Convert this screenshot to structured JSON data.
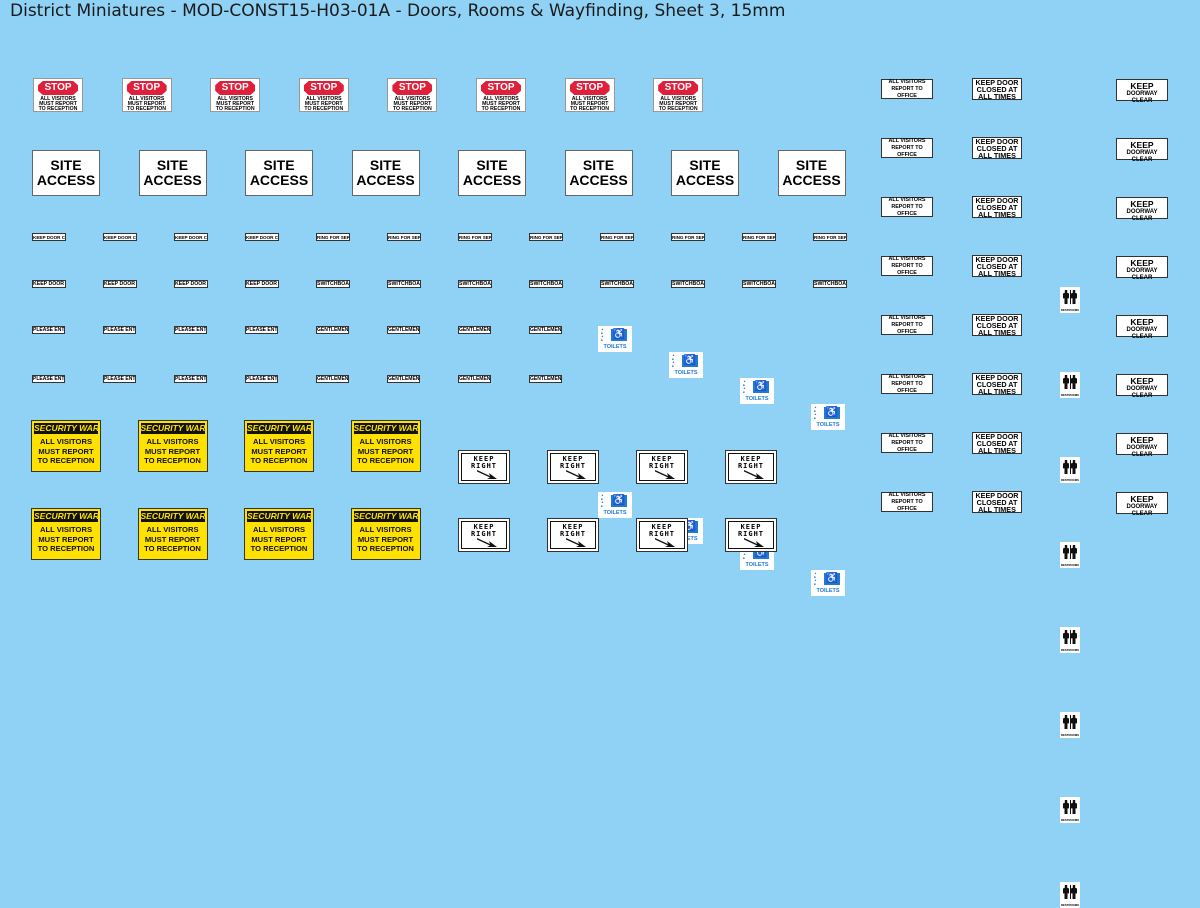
{
  "title": "District Miniatures - MOD-CONST15-H03-01A - Doors, Rooms & Wayfinding, Sheet 3, 15mm",
  "colors": {
    "background": "#8fd2f5",
    "stop_red": "#e0203a",
    "warning_yellow": "#ffe100",
    "toilet_blue": "#1f7ad6"
  },
  "signs": {
    "stop_word": "STOP",
    "stop_text": "ALL VISITORS MUST REPORT TO RECEPTION",
    "site_access": "SITE ACCESS",
    "keep_door_closed_small": "KEEP DOOR CLOSED",
    "ring_for_service": "RING FOR SERVICE",
    "switchboard": "SWITCHBOARD",
    "please_enter": "PLEASE ENTER",
    "gentlemen": "GENTLEMEN",
    "toilets": "TOILETS",
    "wheelchair_icon": "wheelchair-icon",
    "security_header": "SECURITY WARNING",
    "security_body": "ALL VISITORS MUST REPORT TO RECEPTION",
    "keep_right": "KEEP RIGHT",
    "arrow_icon": "arrow-down-right-icon",
    "all_visitors_office": "ALL VISITORS REPORT TO OFFICE",
    "keep_door_closed_all_times": "KEEP DOOR CLOSED AT ALL TIMES",
    "restrooms": "RESTROOMS",
    "restroom_icon": "restroom-icon",
    "keep": "KEEP",
    "doorway_clear": "DOORWAY CLEAR"
  },
  "layout_counts": {
    "stop_signs": 8,
    "site_access_signs": 8,
    "security_signs": 8,
    "keep_right_signs": 8,
    "right_column_rows": 8
  }
}
